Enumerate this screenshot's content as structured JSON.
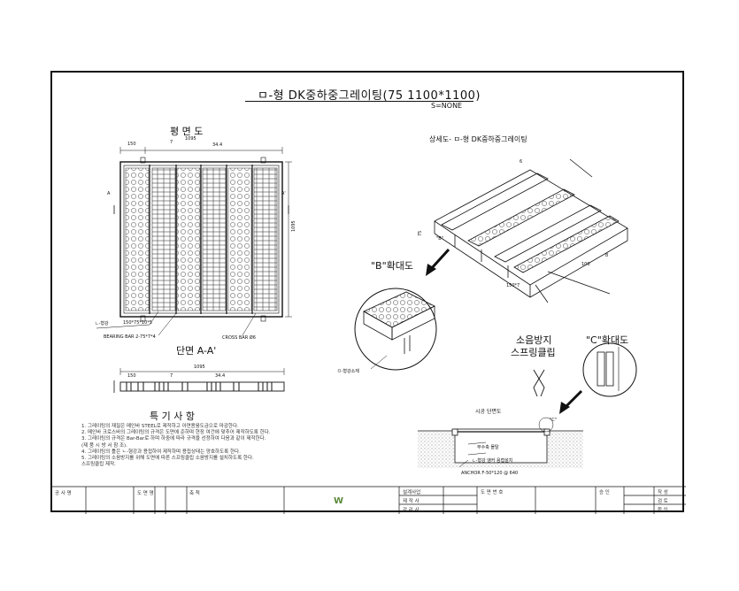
{
  "drawing": {
    "title": "ㅁ-형 DK중하중그레이팅(75 1100*1100)",
    "scale": "S=NONE",
    "plan_title": "평 면 도",
    "section_title": "단면 A-A'",
    "detail3d_title": "상세도- ㅁ-형 DK중하중그레이팅",
    "detail_b_title": "\"B\"확대도",
    "detail_c_title": "\"C\"확대도",
    "clip_title_1": "소음방지",
    "clip_title_2": "스프링클립",
    "install_title": "시공 단면도",
    "notes_title": "특 기 사 항"
  },
  "plan": {
    "dim_150": "150",
    "dim_7": "7",
    "dim_1095": "1095",
    "dim_344": "34.4",
    "dim_v_1095": "1095",
    "label_a_left": "A",
    "label_a_right": "A'",
    "leader_1": "150*75*10*5",
    "leader_2": "BEARING BAR 2-75*7*4",
    "leader_3": "CROSS BAR Ø6",
    "leader_left": "ㄴ-형강"
  },
  "section": {
    "dim_150": "150",
    "dim_7": "7",
    "dim_1095": "1095",
    "dim_344": "34.4"
  },
  "detail3d": {
    "dim_6": "6",
    "dim_75": "75",
    "dim_100": "100",
    "dim_8": "8",
    "dim_150x7": "150*7",
    "label_b": "\"B\"",
    "label_c": "\"C\""
  },
  "detail_b": {
    "leader": "ㅁ-형강소재"
  },
  "install": {
    "anchor": "ANCHOR F-50*120 @ 640",
    "callout_1": "무수축 몰탈",
    "callout_2": "ㄴ-형강 앵커 용접설치"
  },
  "notes": [
    "1. 그레이팅의 재질은 메인바 STEEL로 제작하고 아연용융도금으로 마감한다.",
    "2. 메인바 크로스바의 그레이팅의 규격은 도면에 준하며 현장 여건에 맞추어 제작하도록 한다.",
    "3. 그레이팅의 규격은 Bar-Bar로 하며 하중에 따라 규격을 선정하여 다음과 같이 제작한다.",
    "   (제 품 시 방 서 참 조).",
    "4. 그레이팅의 틀은 ㄴ-형강과 용접하여 제작하며 용접상태는 양호하도록 한다.",
    "5. 그레이팅의 소음방지를 위해 도면에 따른 스프링클립 소음방지를 설치하도록 한다.",
    "   스프링클립 제작."
  ],
  "titleblock": {
    "c1": "공 사 명",
    "c2": "도 면 명",
    "c3": "축 척",
    "c4": "설계사업",
    "c5": "제 작 사",
    "c6": "도 면 번 호",
    "c7": "감 리 사",
    "c8": "승 인",
    "c9": "작 성",
    "c10": "검 토",
    "c11": "확 인",
    "logo_text": "W"
  }
}
